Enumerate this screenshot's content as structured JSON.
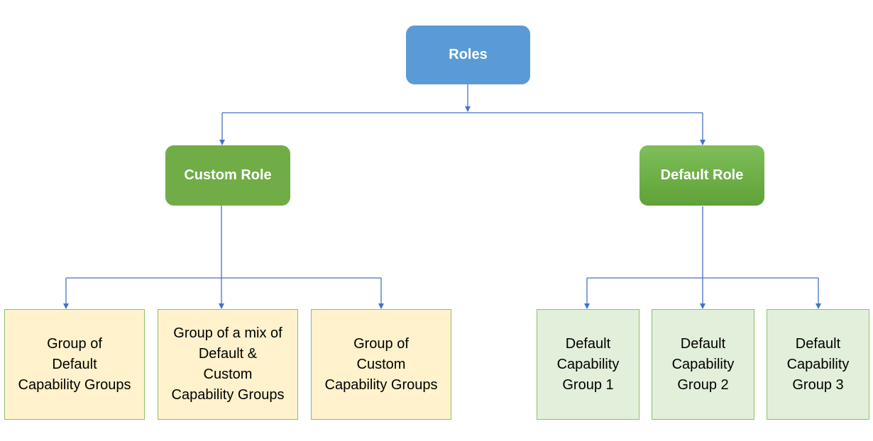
{
  "diagram": {
    "root": {
      "label": "Roles"
    },
    "branches": [
      {
        "label": "Custom Role",
        "children": [
          {
            "lines": [
              "Group of",
              "Default",
              "Capability Groups"
            ]
          },
          {
            "lines": [
              "Group of a mix of",
              "Default &",
              "Custom",
              "Capability Groups"
            ]
          },
          {
            "lines": [
              "Group of",
              "Custom",
              "Capability Groups"
            ]
          }
        ]
      },
      {
        "label": "Default Role",
        "children": [
          {
            "lines": [
              "Default",
              "Capability",
              "Group 1"
            ]
          },
          {
            "lines": [
              "Default",
              "Capability",
              "Group 2"
            ]
          },
          {
            "lines": [
              "Default",
              "Capability",
              "Group 3"
            ]
          }
        ]
      }
    ]
  },
  "colors": {
    "root_fill": "#5b9bd5",
    "branch_fill": "#70ad47",
    "custom_leaf_fill": "#fff2cc",
    "default_leaf_fill": "#e2efda",
    "leaf_border": "#8dbf6a",
    "connector": "#4472c4"
  }
}
